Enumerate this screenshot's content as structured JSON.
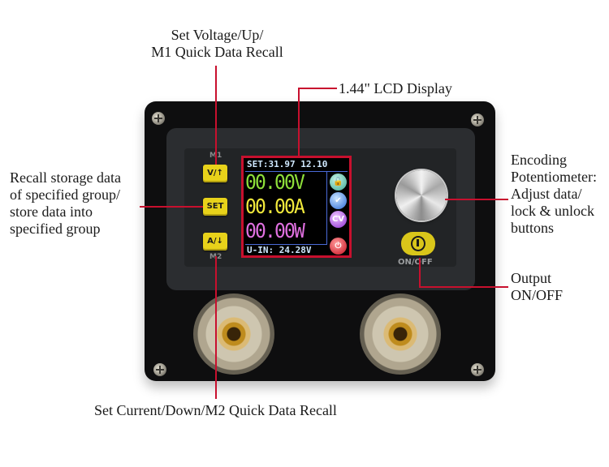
{
  "captions": {
    "top_left": [
      "Set Voltage/Up/",
      "M1 Quick Data Recall"
    ],
    "lcd": "1.44\" LCD Display",
    "left": [
      "Recall storage data",
      "of specified group/",
      "store data into",
      "specified group"
    ],
    "right_top": [
      "Encoding",
      "Potentiometer:",
      "Adjust data/",
      "lock & unlock",
      "buttons"
    ],
    "right_bottom": [
      "Output",
      "ON/OFF"
    ],
    "bottom": "Set Current/Down/M2 Quick Data Recall"
  },
  "device": {
    "m1_label": "M1",
    "m2_label": "M2",
    "buttons": {
      "voltage_up": "V/↑",
      "set": "SET",
      "current_down": "A/↓"
    },
    "onoff_label": "ON/OFF",
    "lcd": {
      "set_line": "SET:31.97 12.10",
      "voltage": "00.00V",
      "current": "00.00A",
      "power": "00.00W",
      "input_line": "U-IN: 24.28V",
      "icons": [
        "unlock-icon",
        "check-icon",
        "cv-icon",
        "power-icon"
      ],
      "cv_text": "CV",
      "colors": {
        "voltage": "#8ee03a",
        "current": "#f2ea3c",
        "power": "#e070e0",
        "frame": "#c8102e"
      }
    }
  }
}
